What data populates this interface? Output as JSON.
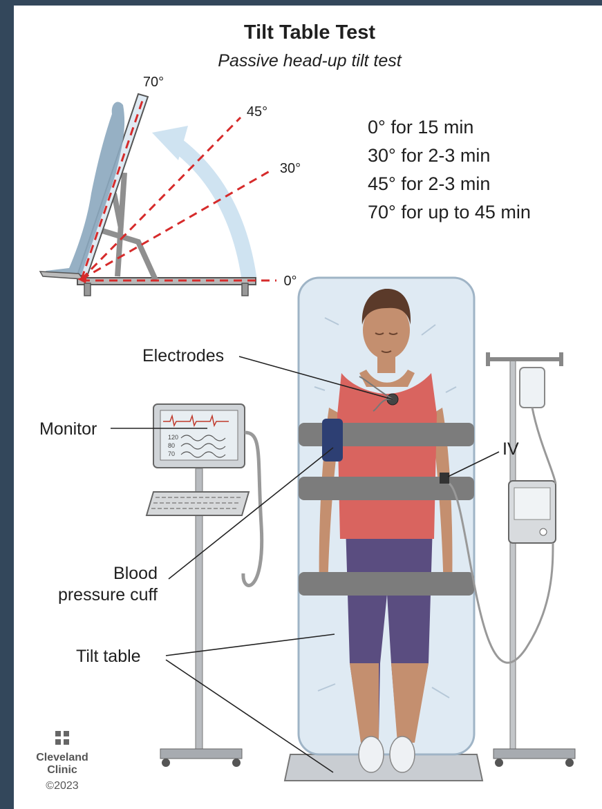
{
  "header": {
    "title": "Tilt Table Test",
    "subtitle": "Passive head-up tilt test"
  },
  "angles": [
    "70°",
    "45°",
    "30°",
    "0°"
  ],
  "durations": [
    "0° for 15 min",
    "30° for 2-3 min",
    "45° for 2-3 min",
    "70° for up to 45 min"
  ],
  "callouts": {
    "electrodes": "Electrodes",
    "monitor": "Monitor",
    "iv": "IV",
    "bp_line1": "Blood",
    "bp_line2": "pressure cuff",
    "tilt_table": "Tilt table"
  },
  "monitor_readouts": [
    "120",
    "80",
    "70"
  ],
  "logo": {
    "line1": "Cleveland",
    "line2": "Clinic",
    "copyright": "©2023"
  },
  "colors": {
    "background_frame": "#33475b",
    "angle_lines": "#d62b2b",
    "table_pad": "#dfeaf3",
    "shirt": "#d9645f",
    "pants": "#5a4d80",
    "straps": "#7c7c7c"
  }
}
